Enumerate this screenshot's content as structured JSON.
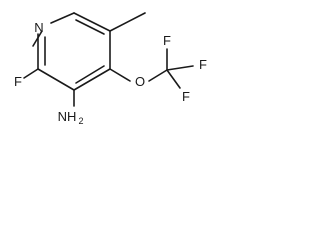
{
  "molecule": {
    "atoms": {
      "nitrogen": "N",
      "fluorine_ring": "F",
      "amine_n": "NH",
      "amine_sub": "2",
      "oxygen": "O",
      "f_top": "F",
      "f_right": "F",
      "f_bottom": "F"
    }
  }
}
